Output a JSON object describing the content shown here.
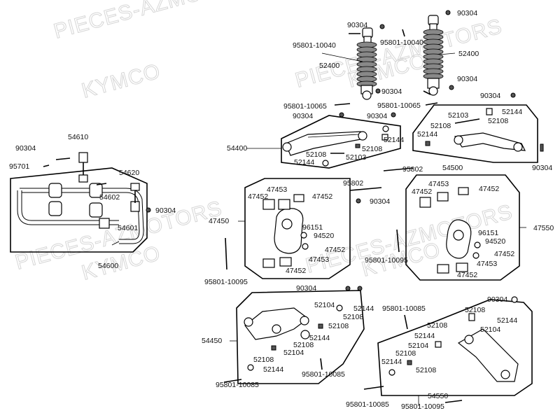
{
  "watermarks": [
    {
      "text": "PIECES-AZMOTORS"
    },
    {
      "text": "KYMCO"
    },
    {
      "text": "PIECES-AZMOTORS"
    },
    {
      "text": "KYMCO"
    },
    {
      "text": "PIECES-AZMOTORS"
    },
    {
      "text": "KYMCO"
    },
    {
      "text": "PIECES-AZMOTORS"
    },
    {
      "text": "KYMCO"
    }
  ],
  "labels": {
    "l_90304_top_left": "90304",
    "l_90304_top_right": "90304",
    "l_95801_10040_a": "95801-10040",
    "l_95801_10040_b": "95801-10040",
    "l_52400_left": "52400",
    "l_52400_right": "52400",
    "l_90304_shock_l": "90304",
    "l_90304_shock_r": "90304",
    "l_90304_mid_right": "90304",
    "l_95801_10065_a": "95801-10065",
    "l_95801_10065_b": "95801-10065",
    "l_90304_a": "90304",
    "l_90304_b": "90304",
    "l_52103_r": "52103",
    "l_52144_r1": "52144",
    "l_52108_r1": "52108",
    "l_52108_r2": "52108",
    "l_52144_r2": "52144",
    "l_54500": "54500",
    "l_90304_far_right": "90304",
    "l_54400": "54400",
    "l_52144_u1": "52144",
    "l_52108_u1": "52108",
    "l_52108_u2": "52108",
    "l_52144_u2": "52144",
    "l_52103_u": "52103",
    "l_95802_a": "95802",
    "l_95802_b": "95802",
    "l_90304_center": "90304",
    "l_54610": "54610",
    "l_90304_sb": "90304",
    "l_95701": "95701",
    "l_54620": "54620",
    "l_54602": "54602",
    "l_90304_sb2": "90304",
    "l_54601": "54601",
    "l_54600": "54600",
    "l_47453_l1": "47453",
    "l_47452_l1": "47452",
    "l_47452_l2": "47452",
    "l_47450": "47450",
    "l_96151_l": "96151",
    "l_94520_l": "94520",
    "l_47452_l3": "47452",
    "l_47453_l2": "47453",
    "l_47452_l4": "47452",
    "l_95801_10095_l": "95801-10095",
    "l_47453_r1": "47453",
    "l_47452_r1": "47452",
    "l_47452_r2": "47452",
    "l_47550": "47550",
    "l_96151_r": "96151",
    "l_94520_r": "94520",
    "l_47452_r3": "47452",
    "l_47453_r2": "47453",
    "l_47452_r4": "47452",
    "l_95801_10095_m": "95801-10095",
    "l_90304_lower": "90304",
    "l_52104_l1": "52104",
    "l_52144_l1": "52144",
    "l_52108_l1": "52108",
    "l_52108_l2": "52108",
    "l_54450": "54450",
    "l_52144_l2": "52144",
    "l_52108_l3": "52108",
    "l_52104_l2": "52104",
    "l_52108_l4": "52108",
    "l_52144_l3": "52144",
    "l_95801_10085_a": "95801-10085",
    "l_95801_10085_b": "95801-10085",
    "l_95801_10085_c": "95801-10085",
    "l_90304_lr": "90304",
    "l_52108_lr1": "52108",
    "l_52108_lr2": "52108",
    "l_52144_lr1": "52144",
    "l_52104_lr1": "52104",
    "l_52144_lr2": "52144",
    "l_52104_lr2": "52104",
    "l_52108_lr3": "52108",
    "l_52144_lr3": "52144",
    "l_52108_lr4": "52108",
    "l_54550": "54550",
    "l_95801_10085_d": "95801-10085",
    "l_95801_10095_r": "95801-10095"
  }
}
